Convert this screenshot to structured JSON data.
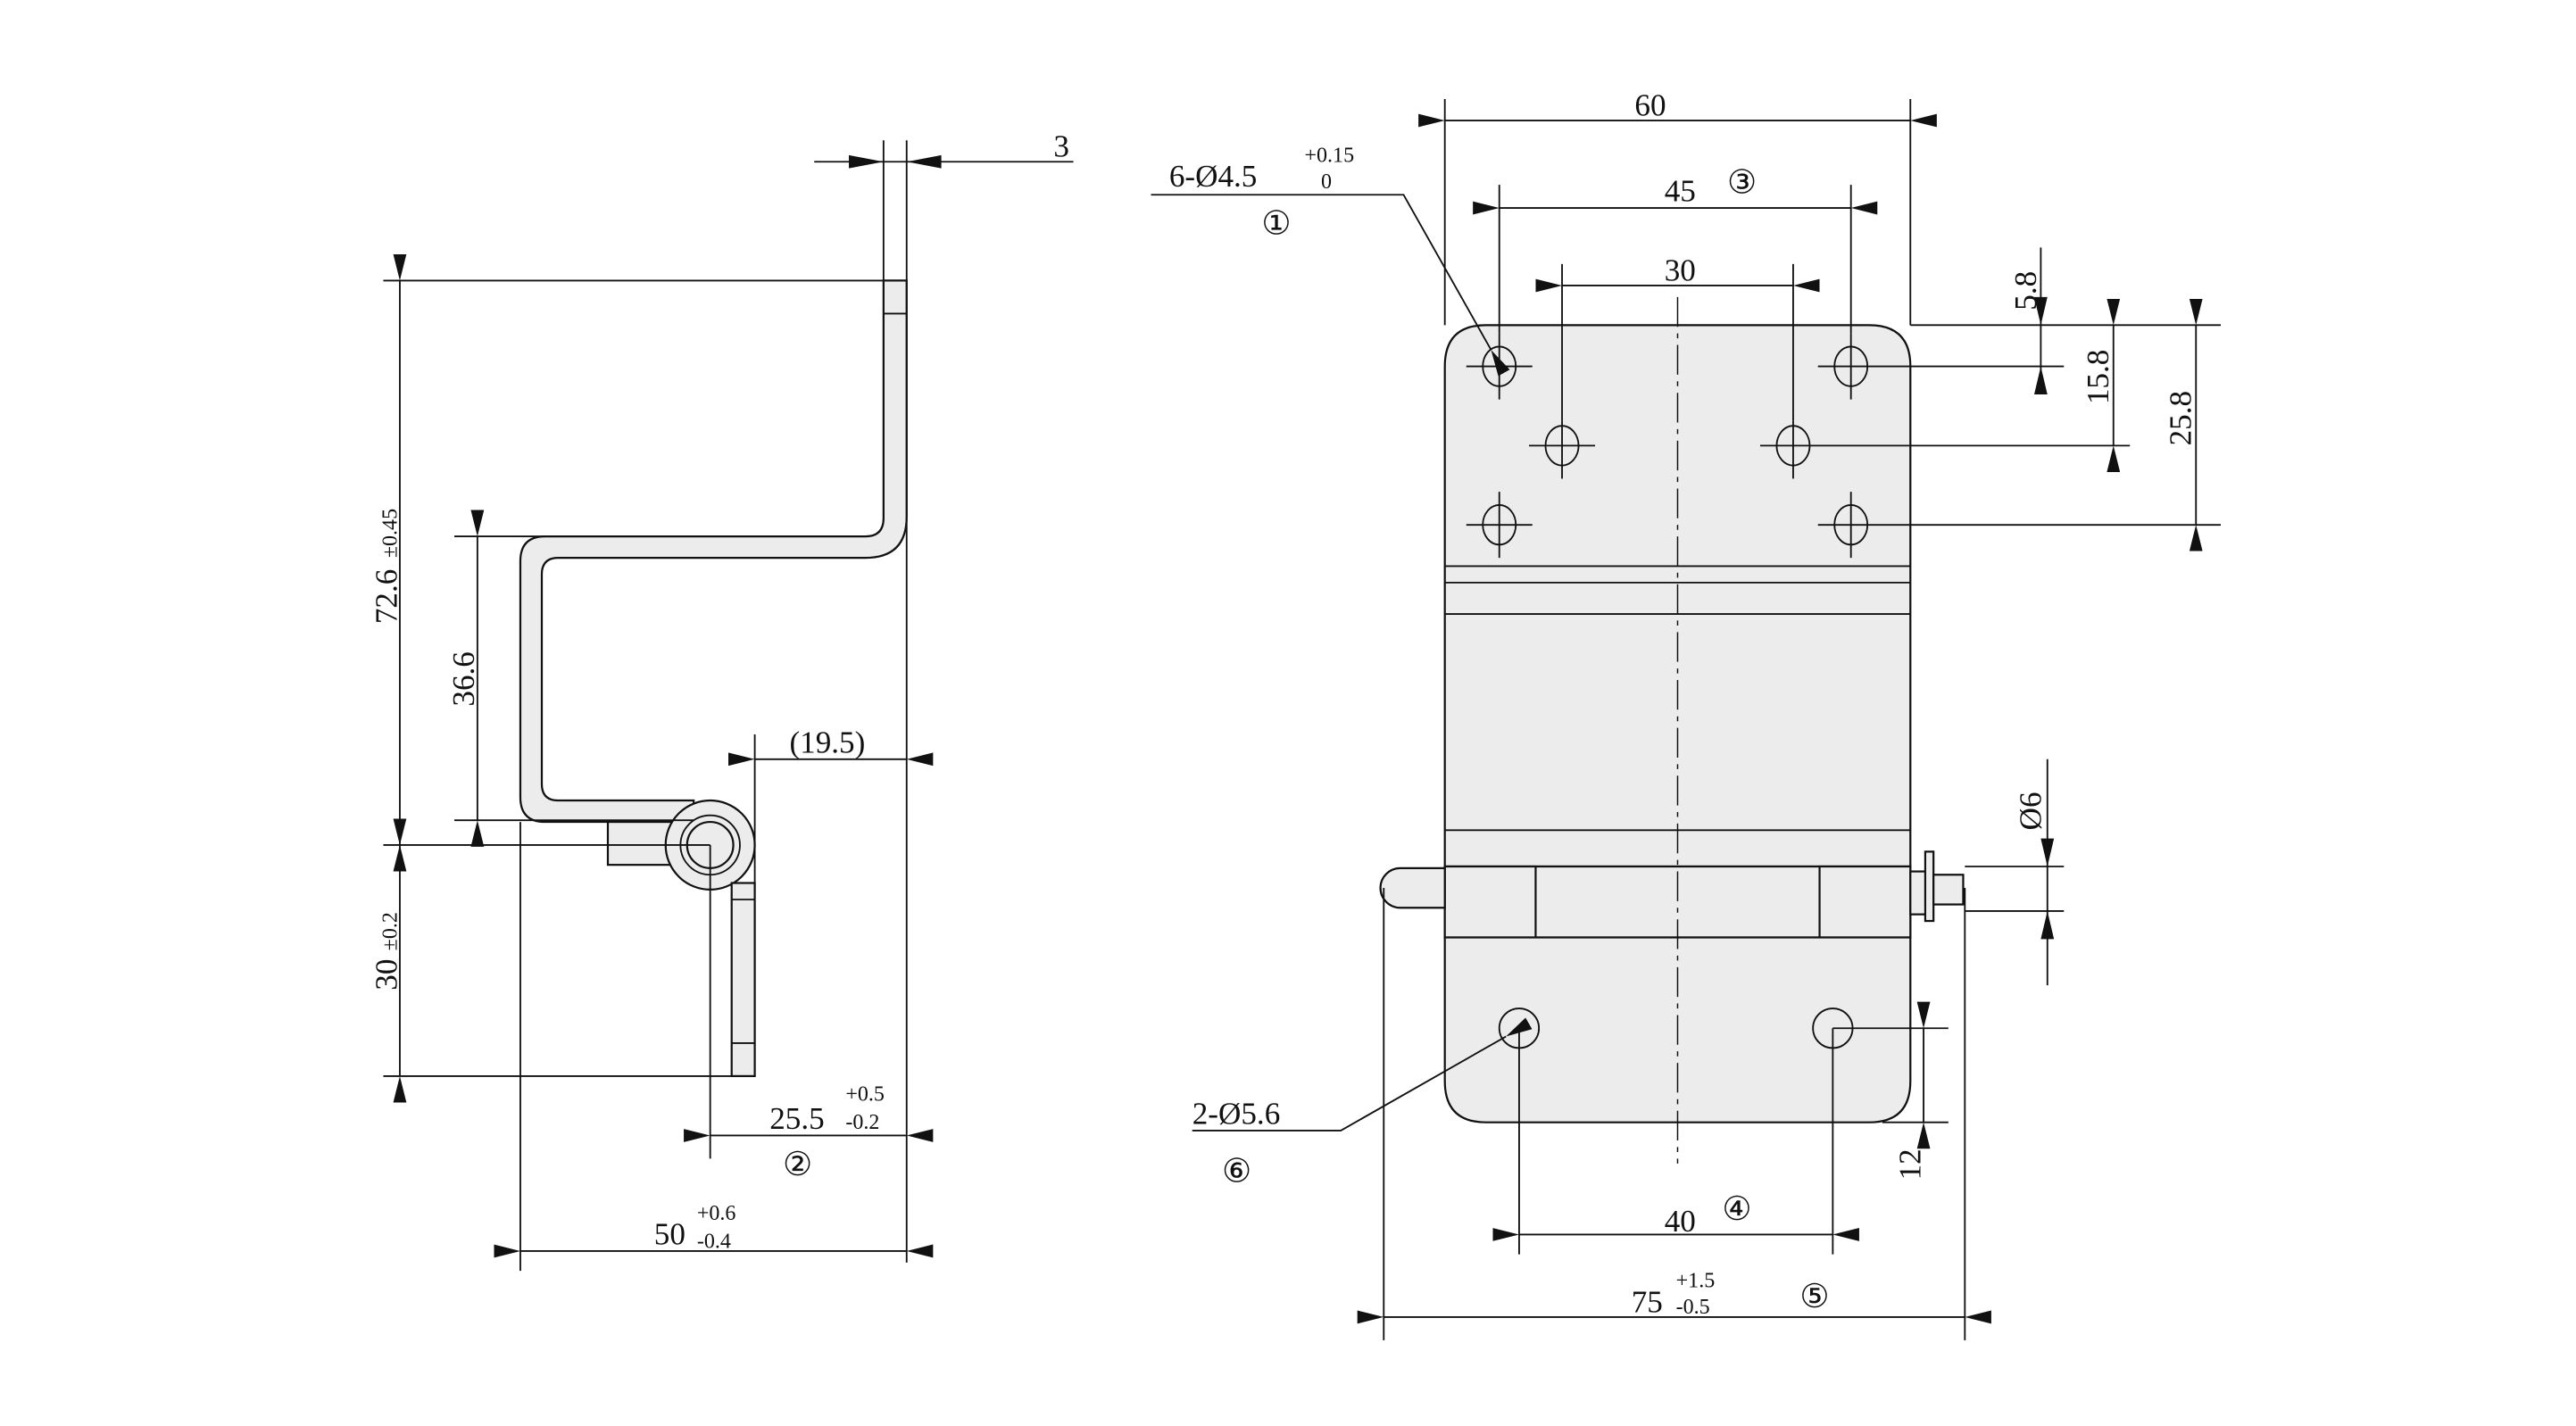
{
  "side_view": {
    "thickness": "3",
    "height_total": "72.6",
    "height_total_tol": "±0.45",
    "offset": "36.6",
    "lower_leaf": "30",
    "lower_leaf_tol": "±0.2",
    "knuckle_ref": "(19.5)",
    "pin_offset": "25.5",
    "pin_offset_tol_upper": "+0.5",
    "pin_offset_tol_lower": "-0.2",
    "pin_offset_balloon": "②",
    "depth": "50",
    "depth_tol_upper": "+0.6",
    "depth_tol_lower": "-0.4"
  },
  "front_view": {
    "width": "60",
    "hole_span_outer": "45",
    "hole_span_outer_balloon": "③",
    "hole_span_inner": "30",
    "holes_label": "6-Ø4.5",
    "holes_tol_upper": "+0.15",
    "holes_tol_lower": "0",
    "holes_balloon": "①",
    "v_dim_1": "5.8",
    "v_dim_2": "15.8",
    "v_dim_3": "25.8",
    "pin_dia": "Ø6",
    "lower_hole_offset": "12",
    "lower_holes_label": "2-Ø5.6",
    "lower_holes_balloon": "⑥",
    "lower_hole_span": "40",
    "lower_hole_span_balloon": "④",
    "overall_width": "75",
    "overall_width_tol_upper": "+1.5",
    "overall_width_tol_lower": "-0.5",
    "overall_width_balloon": "⑤"
  }
}
